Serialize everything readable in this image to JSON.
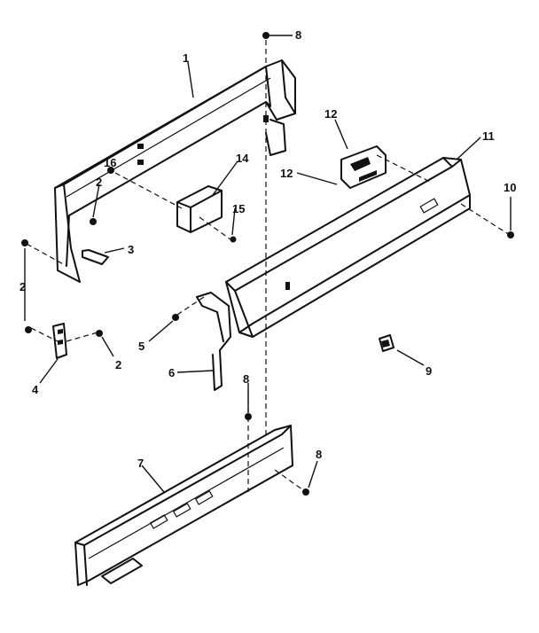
{
  "callouts": {
    "c1": "1",
    "c2a": "2",
    "c2b": "2",
    "c2c": "2",
    "c3": "3",
    "c4": "4",
    "c5": "5",
    "c6": "6",
    "c7": "7",
    "c8a": "8",
    "c8b": "8",
    "c8c": "8",
    "c9": "9",
    "c10": "10",
    "c11": "11",
    "c12a": "12",
    "c12b": "12",
    "c14": "14",
    "c15": "15",
    "c16": "16"
  }
}
